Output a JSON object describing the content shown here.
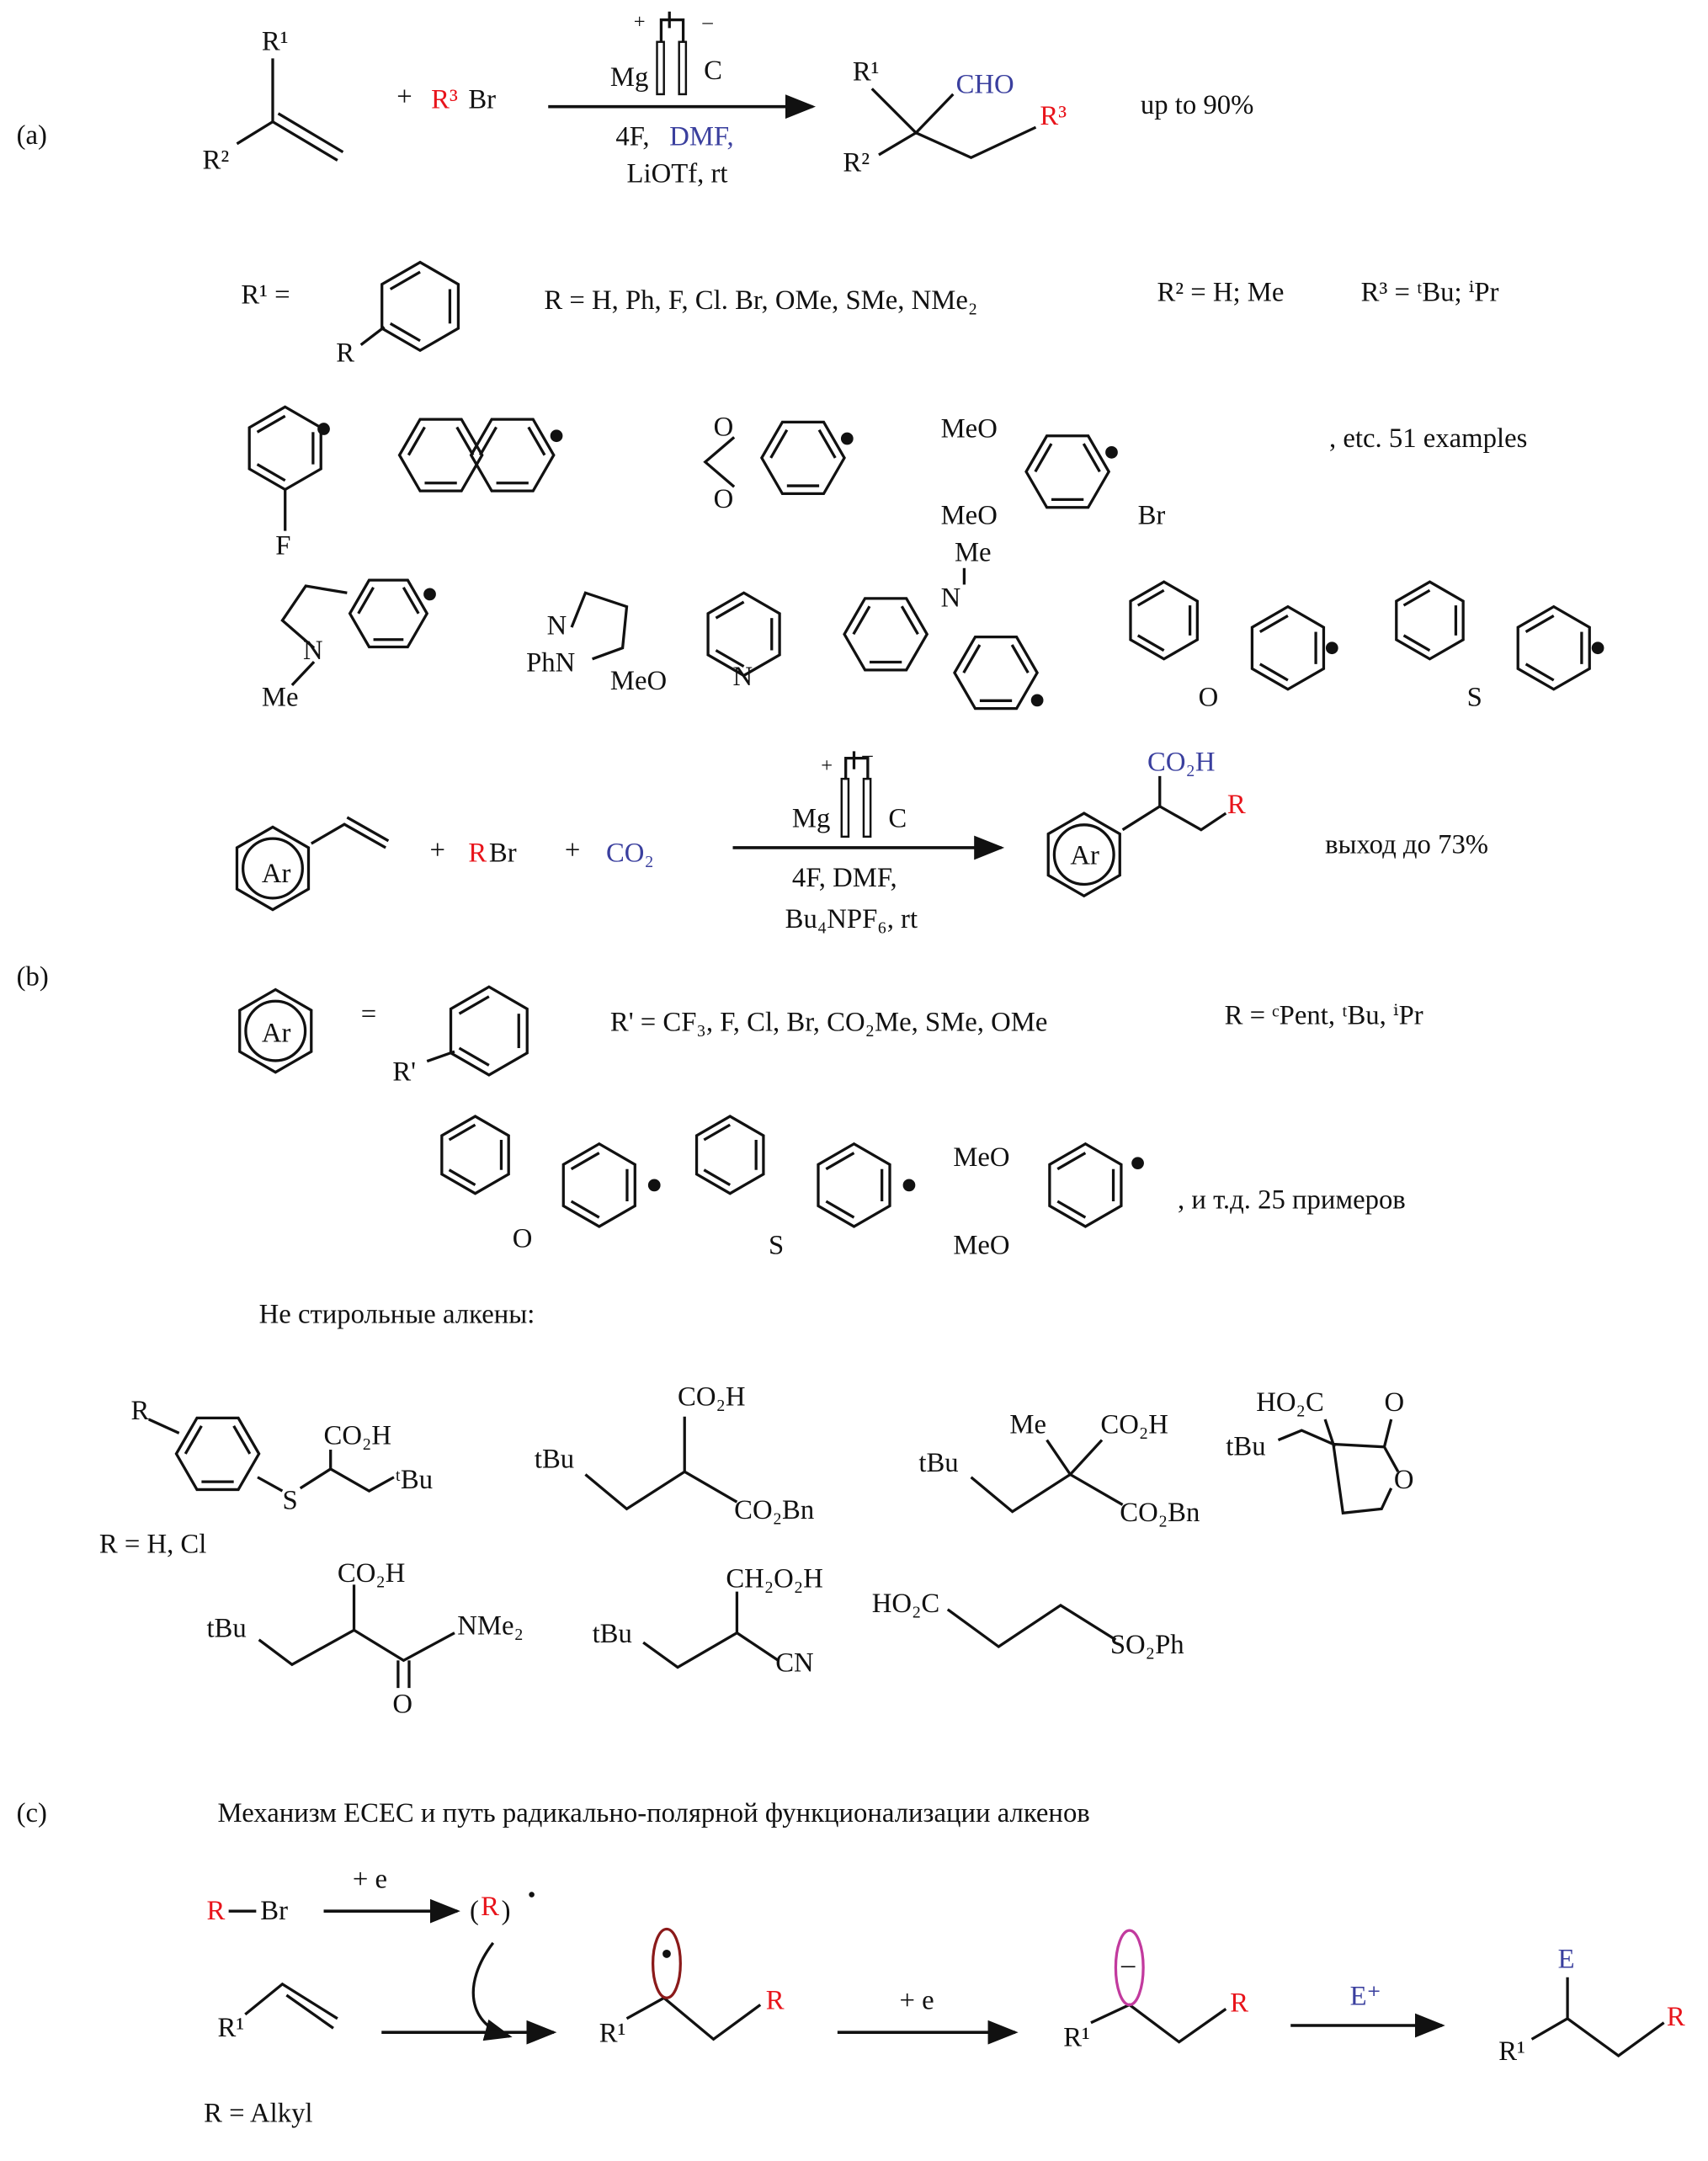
{
  "panels": {
    "a": "(a)",
    "b": "(b)",
    "c": "(c)"
  },
  "colors": {
    "red": "#e8141b",
    "blue": "#3a3f9e",
    "radical_lobe": "#8b1a1a",
    "anion_lobe": "#c23a9e"
  },
  "a": {
    "r1": "R¹",
    "r2": "R²",
    "plus": "+",
    "r3": "R³",
    "br": "Br",
    "cell_plus": "+",
    "cell_minus": "–",
    "mg": "Mg",
    "c": "C",
    "cond1": "4F,",
    "dmf": "DMF,",
    "cond2": "LiOTf, rt",
    "p_r1": "R¹",
    "p_cho": "CHO",
    "p_r2": "R²",
    "p_r3": "R³",
    "yield": "up to 90%",
    "def_r1": "R¹ =",
    "def_r": "R",
    "def_r_list": "R = H, Ph, F, Cl. Br, OMe, SMe, NMe₂",
    "def_r2": "R² = H; Me",
    "def_r3": "R³ = ᵗBu; ⁱPr",
    "sub_f": "F",
    "sub_o1": "O",
    "sub_o2": "O",
    "sub_meo1": "MeO",
    "sub_meo2": "MeO",
    "sub_br": "Br",
    "etc": ", etc. 51 examples",
    "indole_n": "N",
    "indole_me": "Me",
    "pyrazole_n": "N",
    "pyrazole_phn": "PhN",
    "pyridine_meo": "MeO",
    "pyridine_n": "N",
    "carbazole_me": "Me",
    "carbazole_n": "N",
    "dbf_o": "O",
    "dbt_s": "S"
  },
  "b": {
    "ar": "Ar",
    "plus1": "+",
    "rbr_r": "R",
    "rbr_br": "Br",
    "plus2": "+",
    "co2": "CO₂",
    "cell_plus": "+",
    "cell_minus": "–",
    "mg": "Mg",
    "c": "C",
    "cond1": "4F, DMF,",
    "cond2": "Bu₄NPF₆, rt",
    "p_co2h": "CO₂H",
    "p_r": "R",
    "p_ar": "Ar",
    "yield": "выход  до 73%",
    "def_ar": "Ar",
    "def_eq": "=",
    "def_rprime": "R'",
    "def_rprime_list": "R' = CF₃, F, Cl, Br, CO₂Me, SMe, OMe",
    "def_r_list": "R = ᶜPent, ᵗBu, ⁱPr",
    "dbf_o": "O",
    "dbt_s": "S",
    "meo1": "MeO",
    "meo2": "MeO",
    "etc": ", и т.д. 25 примеров",
    "nonstyrene_title": "Не стирольные алкены:",
    "s1_r": "R",
    "s1_s": "S",
    "s1_co2h": "CO₂H",
    "s1_tbu": "ᵗBu",
    "s1_rdef": "R = H, Cl",
    "s2_tbu": "tBu",
    "s2_co2h": "CO₂H",
    "s2_co2bn": "CO₂Bn",
    "s3_tbu": "tBu",
    "s3_me": "Me",
    "s3_co2h": "CO₂H",
    "s3_co2bn": "CO₂Bn",
    "s4_ho2c": "HO₂C",
    "s4_o_keto": "O",
    "s4_tbu": "tBu",
    "s4_o_ring": "O",
    "s5_tbu": "tBu",
    "s5_co2h": "CO₂H",
    "s5_nme2": "NMe₂",
    "s5_o": "O",
    "s6_tbu": "tBu",
    "s6_ch2o2h": "CH₂O₂H",
    "s6_cn": "CN",
    "s7_ho2c": "HO₂C",
    "s7_so2ph": "SO₂Ph"
  },
  "c": {
    "title": "Механизм ЕСЕС и путь радикально-полярной функционализации алкенов",
    "rbr_r": "R",
    "rbr_br": "Br",
    "plus_e1": "+ e",
    "radical_r": "R",
    "radical_open": "(",
    "radical_close": ")",
    "alkene_r1": "R¹",
    "i1_r1": "R¹",
    "i1_r": "R",
    "plus_e2": "+ e",
    "i2_r1": "R¹",
    "i2_r": "R",
    "i2_minus": "–",
    "eplus": "E⁺",
    "p_e": "E",
    "p_r1": "R¹",
    "p_r": "R",
    "r_def": "R = Alkyl"
  }
}
